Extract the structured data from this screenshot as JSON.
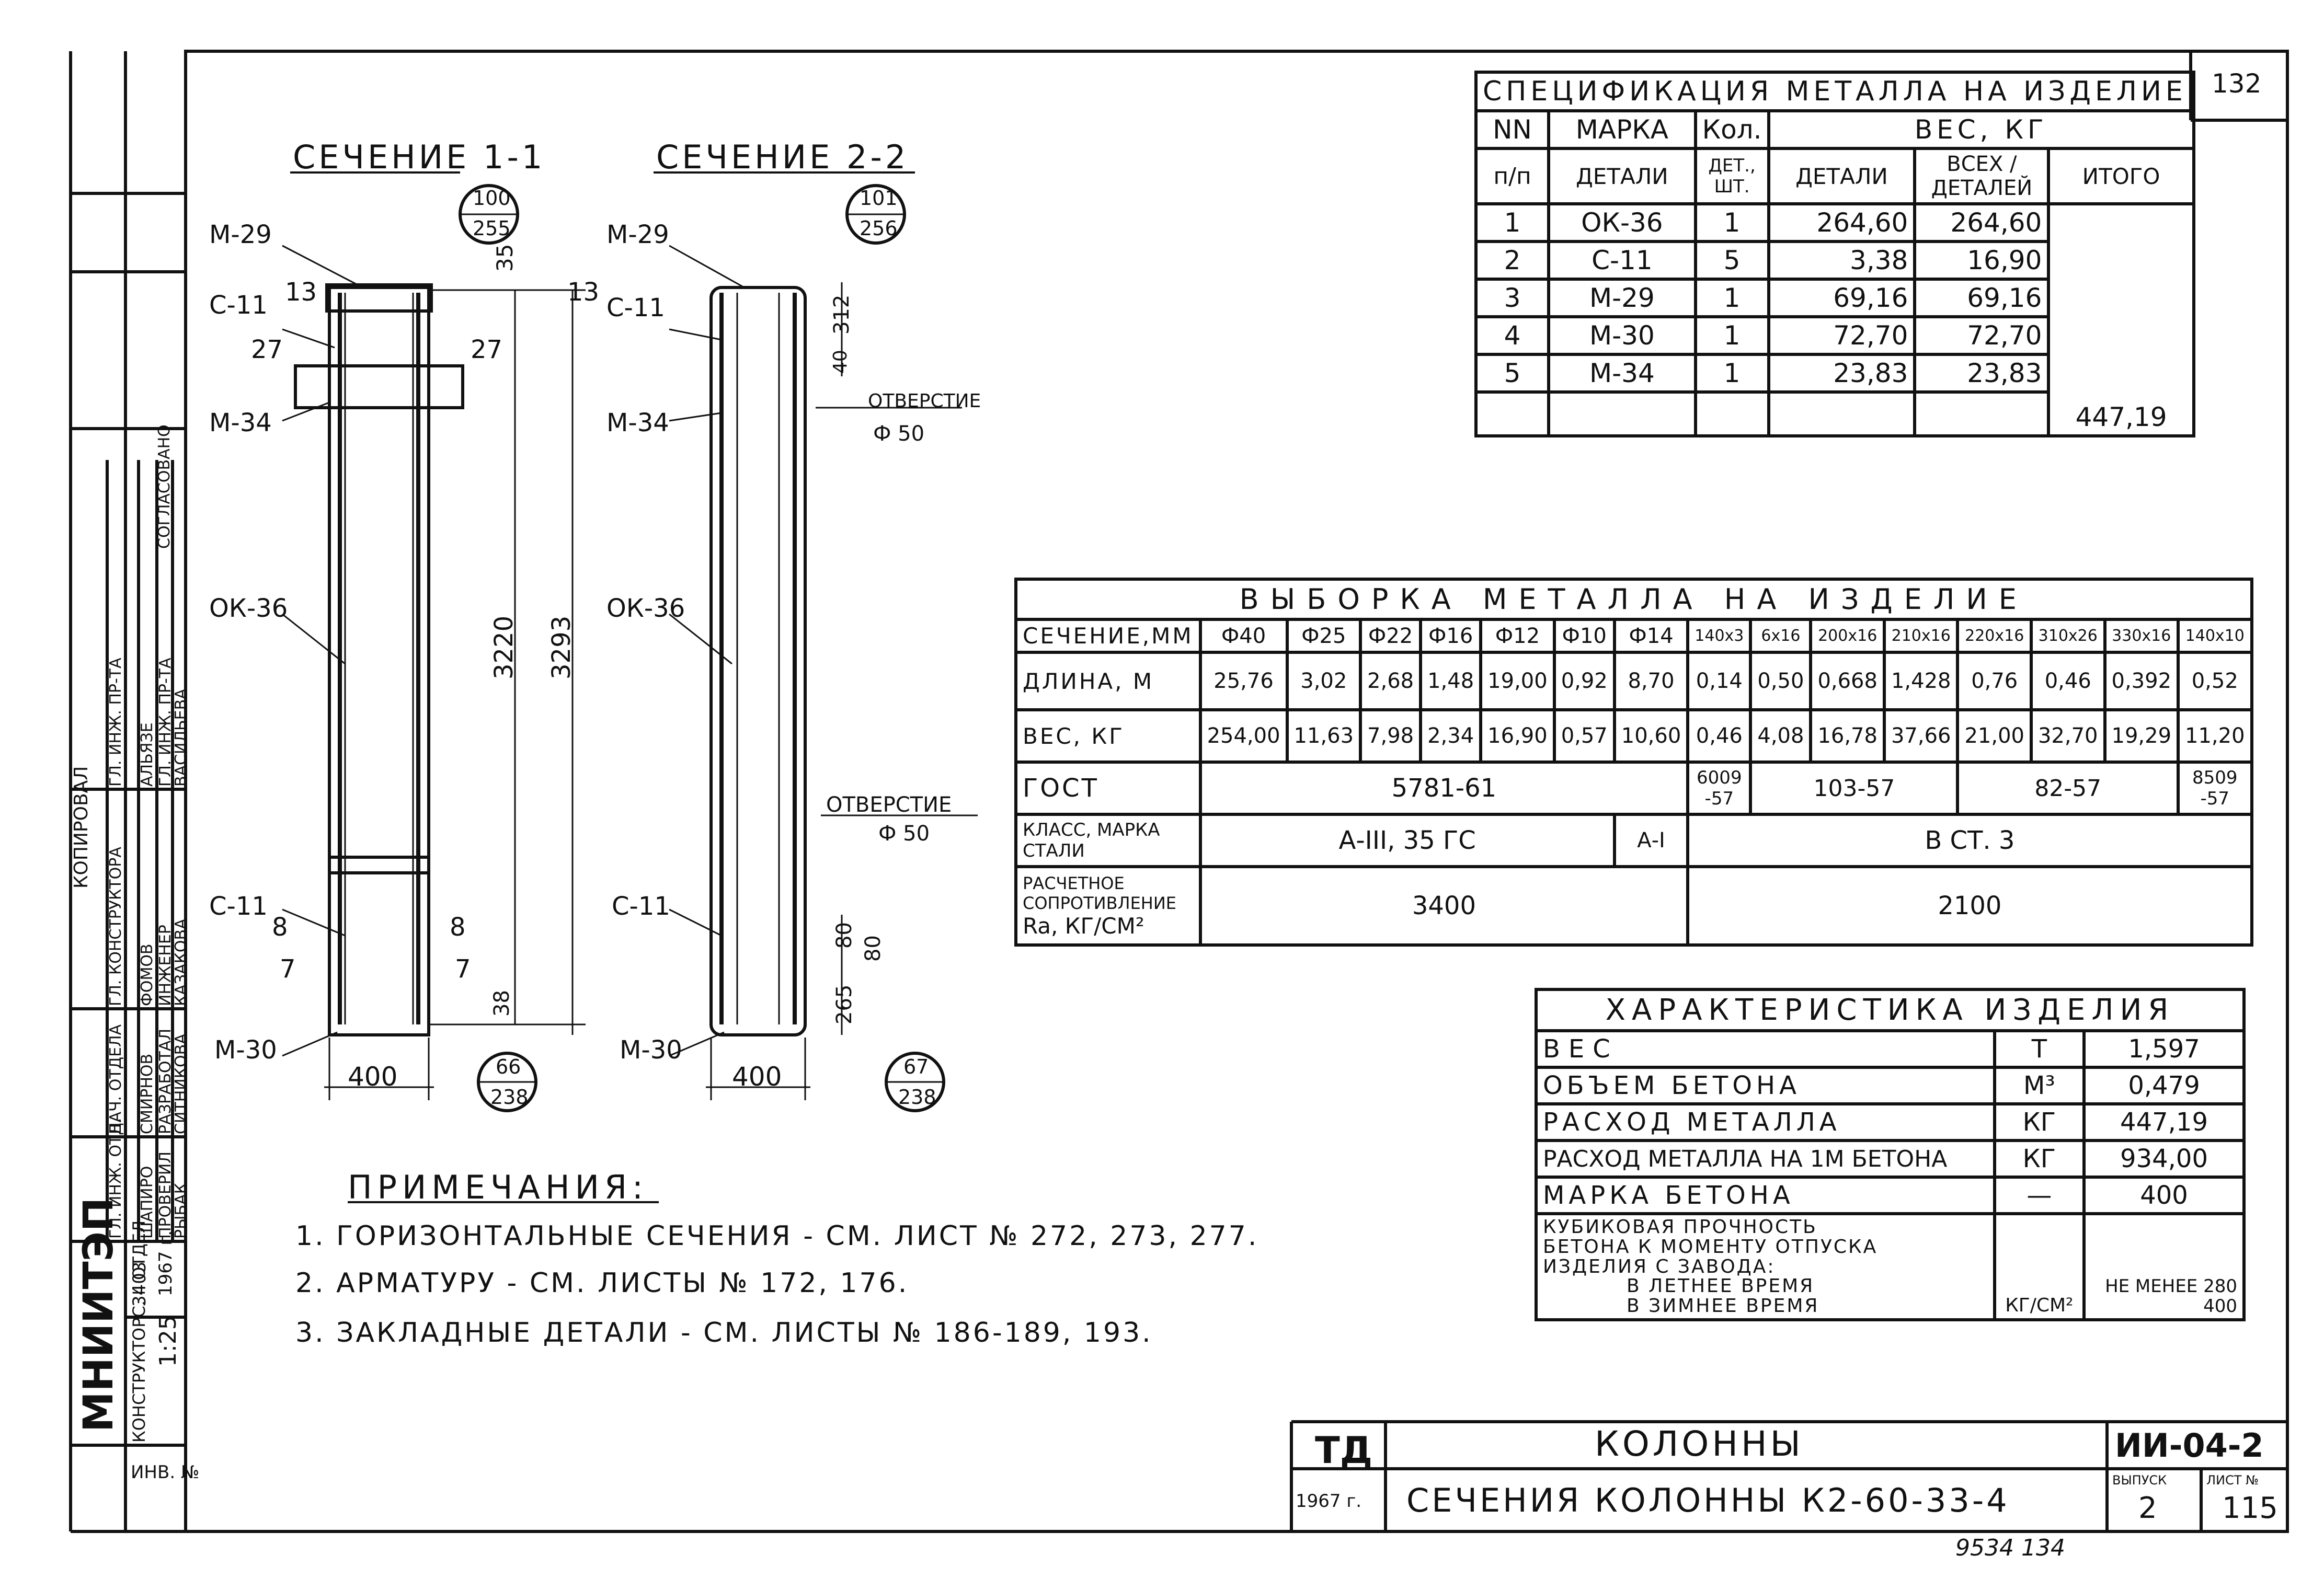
{
  "sheet_number": "132",
  "section_1": {
    "title": "СЕЧЕНИЕ 1-1",
    "labels": [
      "М-29",
      "С-11",
      "М-34",
      "ОК-36",
      "С-11",
      "М-30"
    ],
    "dims": {
      "top": "35",
      "d13a": "13",
      "d13b": "13",
      "d27a": "27",
      "d27b": "27",
      "h1": "3220",
      "h2": "3293",
      "d8a": "8",
      "d8b": "8",
      "d7a": "7",
      "d7b": "7",
      "d38": "38",
      "width": "400"
    },
    "callout_top": {
      "num": "100",
      "den": "255"
    },
    "callout_bottom": {
      "num": "66",
      "den": "238"
    }
  },
  "section_2": {
    "title": "СЕЧЕНИЕ 2-2",
    "labels": [
      "М-29",
      "С-11",
      "М-34",
      "ОК-36",
      "С-11",
      "М-30"
    ],
    "dims": {
      "d312": "312",
      "d40": "40",
      "d80a": "80",
      "d80b": "80",
      "d265": "265",
      "width": "400"
    },
    "hole_top": {
      "label": "ОТВЕРСТИЕ",
      "dia": "Ф 50"
    },
    "hole_bottom": {
      "label": "ОТВЕРСТИЕ",
      "dia": "Ф 50"
    },
    "callout_top": {
      "num": "101",
      "den": "256"
    },
    "callout_bottom": {
      "num": "67",
      "den": "238"
    }
  },
  "spec": {
    "title": "СПЕЦИФИКАЦИЯ МЕТАЛЛА НА ИЗДЕЛИЕ",
    "h_nn": "NN",
    "h_pp": "п/п",
    "h_marka": "МАРКА",
    "h_detali": "ДЕТАЛИ",
    "h_kol": "Кол.",
    "h_kol2": "ДЕТ., ШТ.",
    "h_ves": "ВЕС, КГ",
    "h_det": "ДЕТАЛИ",
    "h_all": "ВСЕХ / ДЕТАЛЕЙ",
    "h_itogo": "ИТОГО",
    "rows": [
      {
        "n": "1",
        "mark": "ОК-36",
        "qty": "1",
        "w": "264,60",
        "tw": "264,60"
      },
      {
        "n": "2",
        "mark": "С-11",
        "qty": "5",
        "w": "3,38",
        "tw": "16,90"
      },
      {
        "n": "3",
        "mark": "М-29",
        "qty": "1",
        "w": "69,16",
        "tw": "69,16"
      },
      {
        "n": "4",
        "mark": "М-30",
        "qty": "1",
        "w": "72,70",
        "tw": "72,70"
      },
      {
        "n": "5",
        "mark": "М-34",
        "qty": "1",
        "w": "23,83",
        "tw": "23,83"
      }
    ],
    "total": "447,19"
  },
  "vyb": {
    "title": "ВЫБОРКА МЕТАЛЛА НА ИЗДЕЛИЕ",
    "h_sech": "СЕЧЕНИЕ,ММ",
    "cols": [
      "Ф40",
      "Ф25",
      "Ф22",
      "Ф16",
      "Ф12",
      "Ф10",
      "Ф14",
      "140х3",
      "6х16",
      "200х16",
      "210х16",
      "220х16",
      "310х26",
      "330х16",
      "140х10"
    ],
    "h_len": "ДЛИНА, М",
    "len": [
      "25,76",
      "3,02",
      "2,68",
      "1,48",
      "19,00",
      "0,92",
      "8,70",
      "0,14",
      "0,50",
      "0,668",
      "1,428",
      "0,76",
      "0,46",
      "0,392",
      "0,52"
    ],
    "h_w": "ВЕС, КГ",
    "w": [
      "254,00",
      "11,63",
      "7,98",
      "2,34",
      "16,90",
      "0,57",
      "10,60",
      "0,46",
      "4,08",
      "16,78",
      "37,66",
      "21,00",
      "32,70",
      "19,29",
      "11,20"
    ],
    "h_gost": "ГОСТ",
    "gost_a": "5781-61",
    "gost_b": "6009 -57",
    "gost_c": "103-57",
    "gost_d": "82-57",
    "gost_e": "8509 -57",
    "h_class": "КЛАСС, МАРКА СТАЛИ",
    "class_a": "А-III, 35 ГС",
    "class_b": "А-I",
    "class_c": "В СТ. 3",
    "h_res": "РАСЧЕТНОЕ СОПРОТИВЛЕНИЕ",
    "h_res2": "Ra, КГ/СМ²",
    "res_a": "3400",
    "res_b": "2100"
  },
  "har": {
    "title": "ХАРАКТЕРИСТИКА ИЗДЕЛИЯ",
    "rows": [
      {
        "k": "ВЕС",
        "u": "Т",
        "v": "1,597"
      },
      {
        "k": "ОБЪЕМ БЕТОНА",
        "u": "М³",
        "v": "0,479"
      },
      {
        "k": "РАСХОД МЕТАЛЛА",
        "u": "КГ",
        "v": "447,19"
      },
      {
        "k": "РАСХОД МЕТАЛЛА НА 1М БЕТОНА",
        "u": "КГ",
        "v": "934,00"
      },
      {
        "k": "МАРКА БЕТОНА",
        "u": "—",
        "v": "400"
      }
    ],
    "last_k1": "КУБИКОВАЯ ПРОЧНОСТЬ",
    "last_k2": "БЕТОНА К МОМЕНТУ ОТПУСКА",
    "last_k3": "ИЗДЕЛИЯ С ЗАВОДА:",
    "last_k4": "В ЛЕТНЕЕ ВРЕМЯ",
    "last_k5": "В ЗИМНЕЕ ВРЕМЯ",
    "last_u": "КГ/СМ²",
    "last_v1": "НЕ МЕНЕЕ 280",
    "last_v2": "400"
  },
  "notes": {
    "title": "ПРИМЕЧАНИЯ:",
    "n1": "1. ГОРИЗОНТАЛЬНЫЕ СЕЧЕНИЯ - СМ. ЛИСТ № 272, 273, 277.",
    "n2": "2. АРМАТУРУ - СМ. ЛИСТЫ № 172, 176.",
    "n3": "3. ЗАКЛАДНЫЕ ДЕТАЛИ - СМ. ЛИСТЫ № 186-189, 193."
  },
  "stamp": {
    "td": "ТД",
    "year": "1967 г.",
    "title": "КОЛОННЫ",
    "subtitle": "СЕЧЕНИЯ КОЛОННЫ К2-60-33-4",
    "code": "ИИ-04-2",
    "issue_label": "ВЫПУСК",
    "issue": "2",
    "sheet_label": "ЛИСТ №",
    "sheet": "115",
    "handwritten": "9534  134"
  },
  "side": {
    "org": "МНИИТЭП",
    "dept": "КОНСТРУКТОРС. II ОТДЕЛ",
    "inv": "ИНВ. №",
    "col1": [
      "ГЛ. ИНЖ. ОТД.",
      "НАЧ. ОТДЕЛА",
      "ГЛ. КОНСТРУКТОРА",
      "ГЛ. ИНЖ. ПР-ТА"
    ],
    "col2": [
      "ШАПИРО",
      "СМИРНОВ",
      "ФОМОВ",
      "АЛЬЯЗЕ"
    ],
    "col3": [
      "ПРОВЕРИЛ",
      "РАЗРАБОТАЛ",
      "ИНЖЕНЕР",
      "ГЛ. ИНЖ. ПР-ТА"
    ],
    "col4": [
      "РЫБАК",
      "СИТНИКОВА",
      "КАЗАКОВА",
      "ВАСИЛЬЕВА"
    ],
    "copy": "КОПИРОВАЛ",
    "agreed": "СОГЛАСОВАНО",
    "year": "1967 г.",
    "scale": "1:25",
    "date": "3403"
  }
}
